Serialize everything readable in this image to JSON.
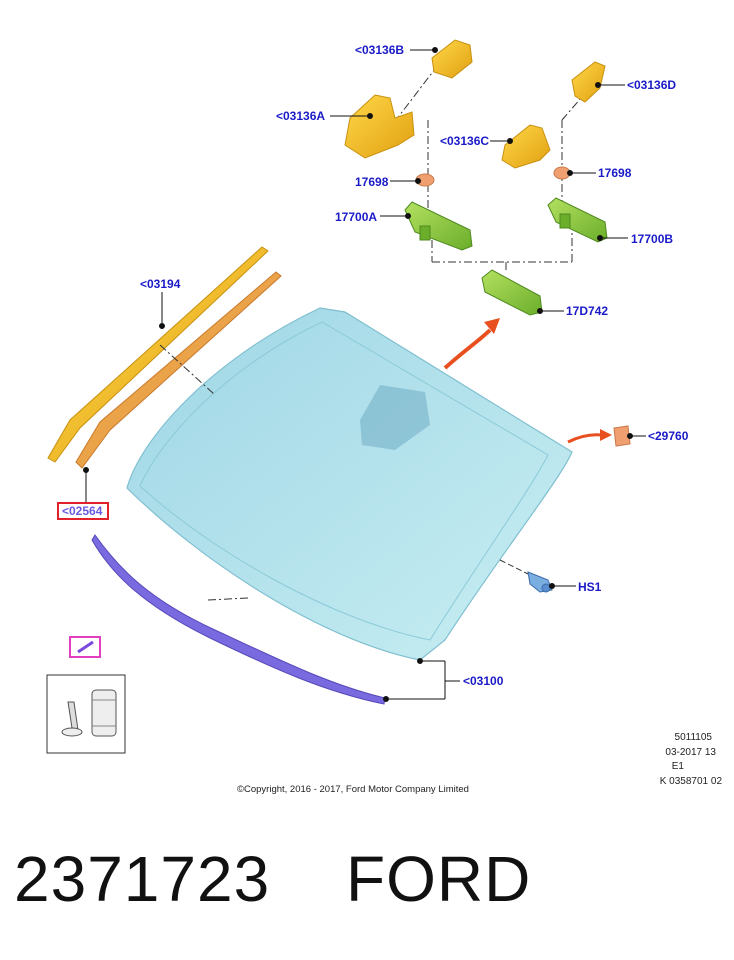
{
  "callouts": {
    "c03136B": "<03136B",
    "c03136A": "<03136A",
    "c03136C": "<03136C",
    "c03136D": "<03136D",
    "c17698_left": "17698",
    "c17698_right": "17698",
    "c17700A": "17700A",
    "c17700B": "17700B",
    "c17D742": "17D742",
    "c03194": "<03194",
    "c02564": "<02564",
    "c29760": "<29760",
    "cHS1": "HS1",
    "c03100": "<03100"
  },
  "doc_info": {
    "line1": "5011105",
    "line2": "03-2017 13",
    "line3": "E1",
    "line4": "K 0358701 02"
  },
  "copyright": "©Copyright, 2016 - 2017, Ford Motor Company Limited",
  "part_number": "2371723",
  "brand": "FORD",
  "colors": {
    "callout_text": "#1a1ac8",
    "highlight_box": "#e0202a",
    "adhesive_icon_box": "#e040c0",
    "glass": "#a8dde8",
    "mirror_cover": "#f2b418",
    "mirror": "#8ccc3a",
    "molding_upper": "#f0c020",
    "molding_seal": "#e89a40",
    "lower_molding": "#7a6ae0",
    "arrow": "#e85020"
  }
}
